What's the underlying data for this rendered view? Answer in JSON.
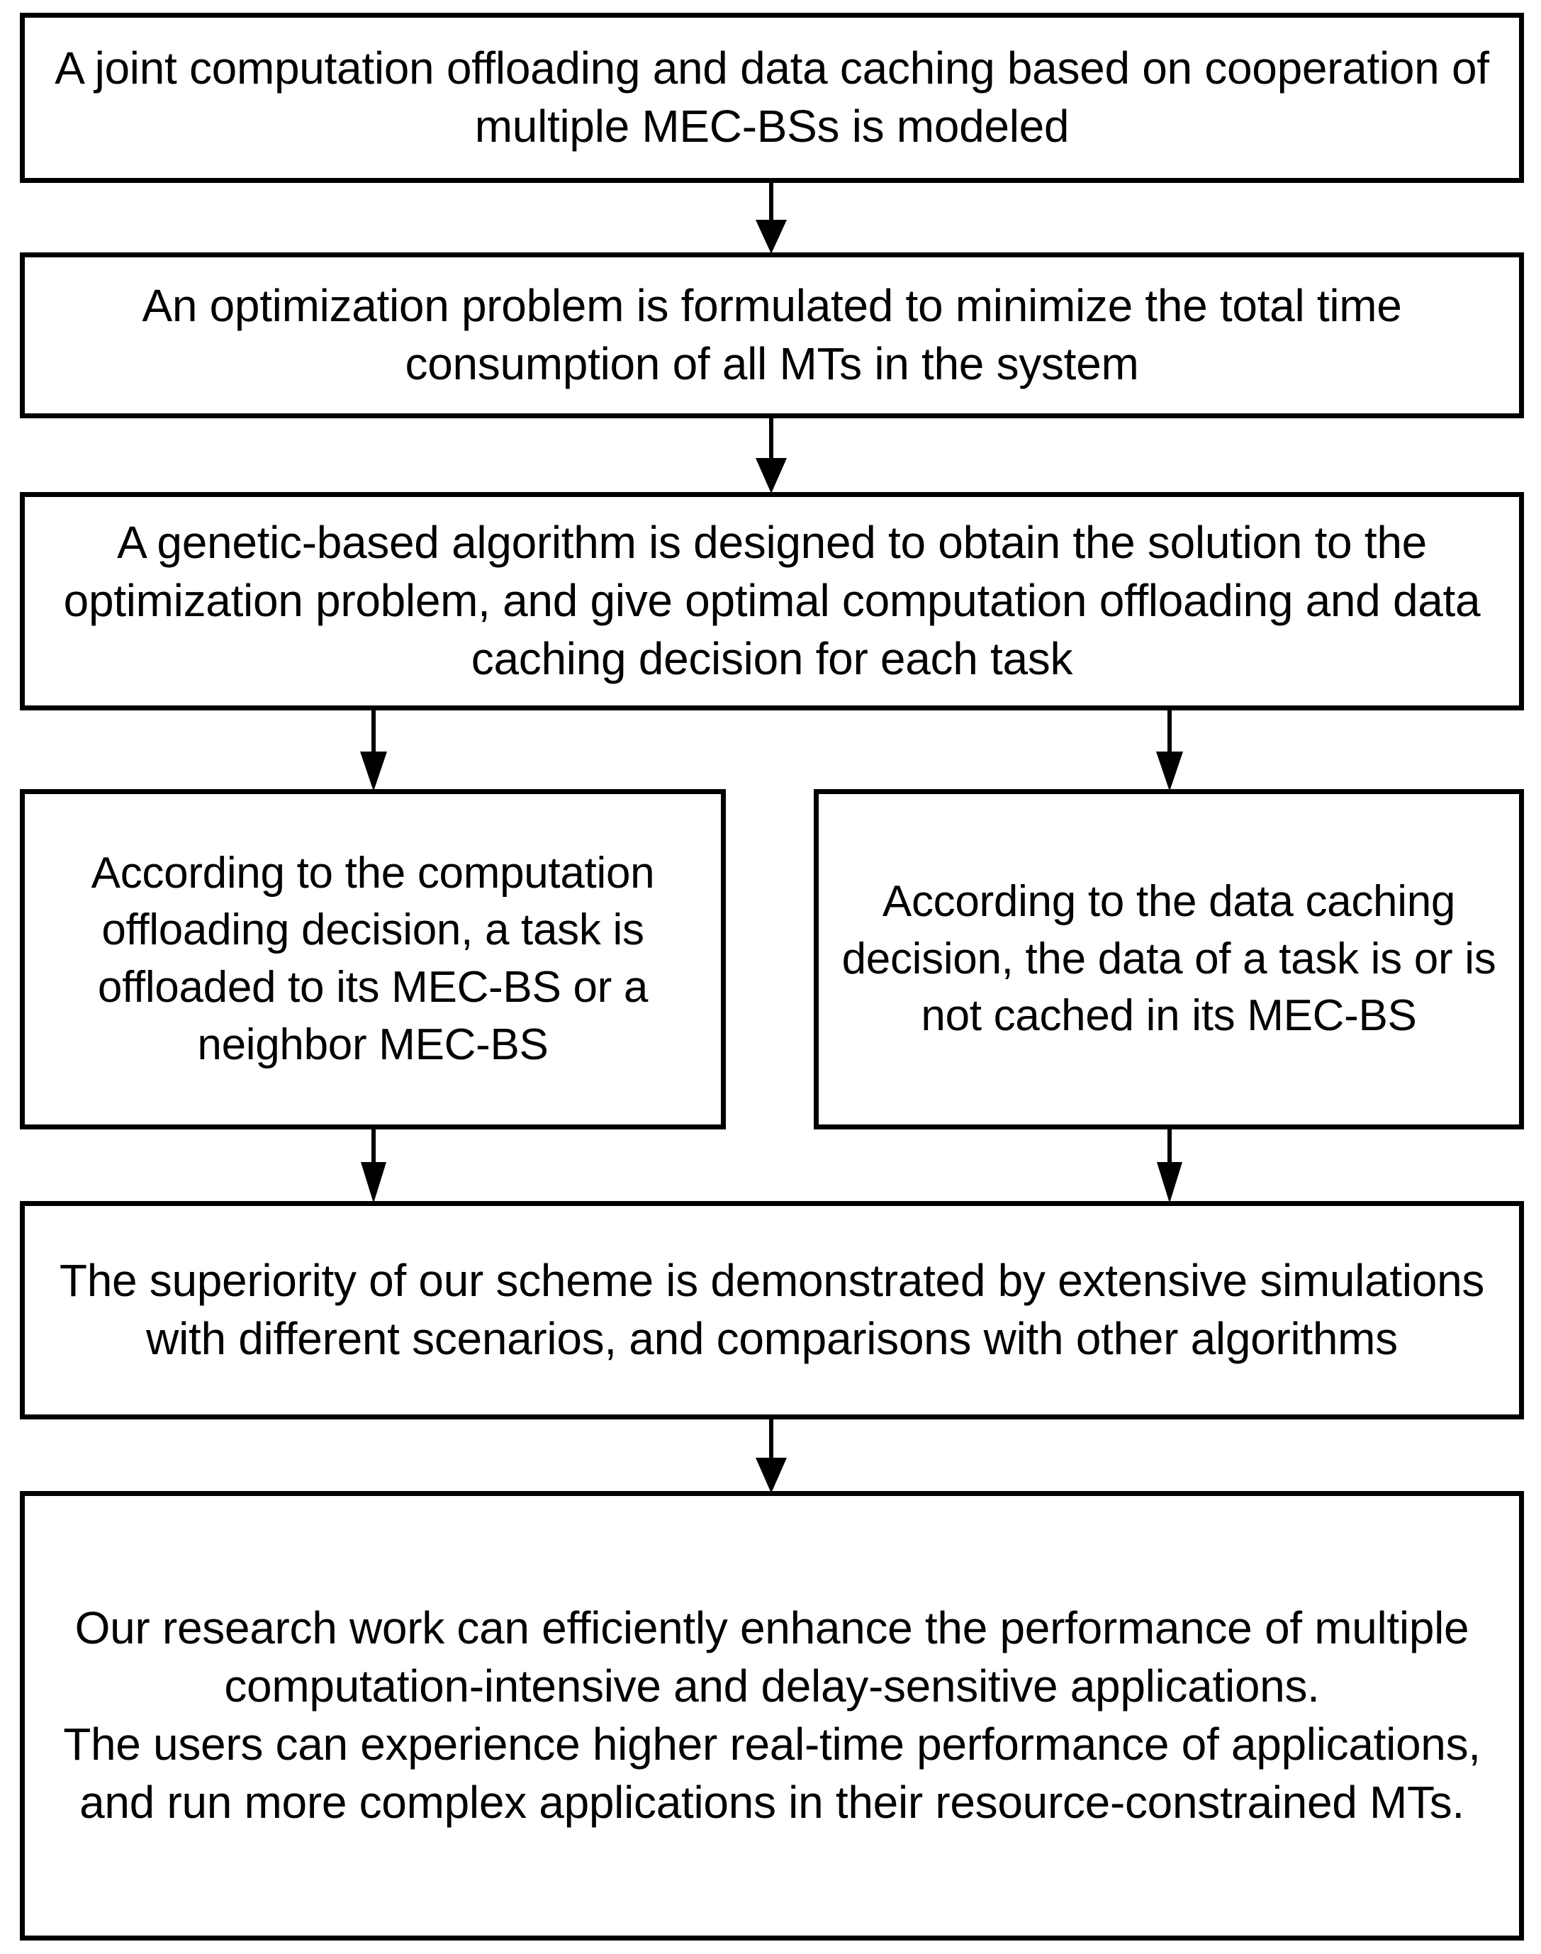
{
  "diagram": {
    "title": "Research contribution flowchart",
    "colors": {
      "stroke": "#000000",
      "fill": "#ffffff",
      "text": "#000000"
    },
    "nodes": [
      {
        "id": "node-system-model",
        "name": "system-model-box",
        "text": "A joint computation offloading and data caching based on cooperation of multiple MEC-BSs is modeled"
      },
      {
        "id": "node-problem-formulation",
        "name": "problem-formulation-box",
        "text": "An optimization problem is formulated to minimize the total time consumption of all MTs in the system"
      },
      {
        "id": "node-algorithm",
        "name": "genetic-algorithm-box",
        "text": "A genetic-based algorithm is designed to obtain the solution to the optimization problem, and give optimal computation offloading and data caching decision for each task"
      },
      {
        "id": "node-offloading-decision",
        "name": "offloading-decision-box",
        "text": "According to the computation offloading decision, a task is offloaded to its MEC-BS or a neighbor MEC-BS"
      },
      {
        "id": "node-caching-decision",
        "name": "caching-decision-box",
        "text": "According to the data caching decision, the data of a task is or is not cached in its MEC-BS"
      },
      {
        "id": "node-simulations",
        "name": "simulation-results-box",
        "text": "The superiority of our scheme is demonstrated by extensive simulations with different scenarios, and comparisons with other algorithms"
      },
      {
        "id": "node-conclusion",
        "name": "conclusion-box",
        "text": "Our research work can efficiently enhance the performance of multiple computation-intensive and delay-sensitive applications.\nThe users can experience higher real-time performance of applications, and run more complex applications in their resource-constrained MTs."
      }
    ],
    "connectors": [
      {
        "name": "arrow-model-to-problem",
        "from": "node-system-model",
        "to": "node-problem-formulation"
      },
      {
        "name": "arrow-problem-to-algorithm",
        "from": "node-problem-formulation",
        "to": "node-algorithm"
      },
      {
        "name": "arrow-algorithm-to-offloading",
        "from": "node-algorithm",
        "to": "node-offloading-decision"
      },
      {
        "name": "arrow-algorithm-to-caching",
        "from": "node-algorithm",
        "to": "node-caching-decision"
      },
      {
        "name": "arrow-offloading-to-simulations",
        "from": "node-offloading-decision",
        "to": "node-simulations"
      },
      {
        "name": "arrow-caching-to-simulations",
        "from": "node-caching-decision",
        "to": "node-simulations"
      },
      {
        "name": "arrow-simulations-to-conclusion",
        "from": "node-simulations",
        "to": "node-conclusion"
      }
    ]
  }
}
